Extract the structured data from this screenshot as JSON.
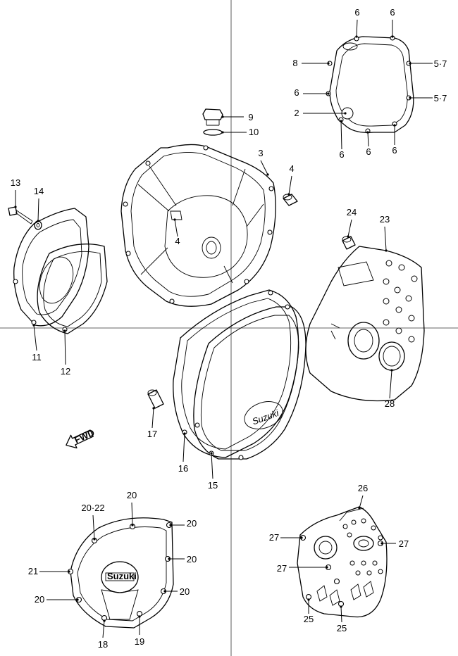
{
  "diagram": {
    "fwd_label": "FWD",
    "brand_text": "Suzuki",
    "callouts": [
      "6",
      "6",
      "8",
      "5·7",
      "6",
      "5·7",
      "2",
      "6",
      "6",
      "6",
      "9",
      "10",
      "3",
      "4",
      "4",
      "13",
      "14",
      "24",
      "23",
      "11",
      "12",
      "28",
      "17",
      "16",
      "15",
      "26",
      "20",
      "20·22",
      "20",
      "27",
      "27",
      "21",
      "20",
      "27",
      "20",
      "20",
      "25",
      "25",
      "18",
      "19"
    ]
  }
}
